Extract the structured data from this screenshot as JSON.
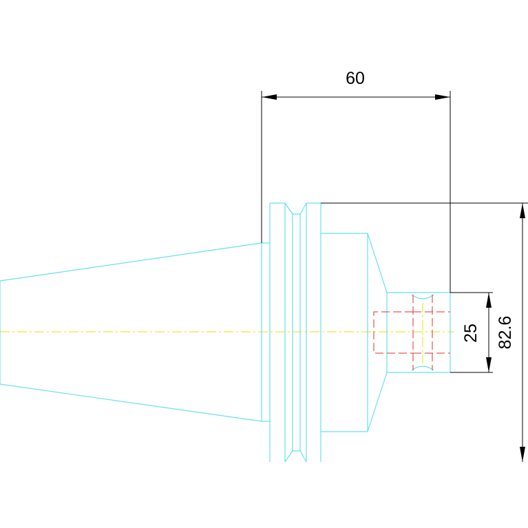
{
  "dimensions": {
    "horizontal_length": "60",
    "small_diameter": "25",
    "overall_diameter": "82.6"
  },
  "colors": {
    "geometry": "#66e0f0",
    "centerline": "#e8e200",
    "hidden_lines": "#e0302a",
    "dimensions": "#000000"
  }
}
